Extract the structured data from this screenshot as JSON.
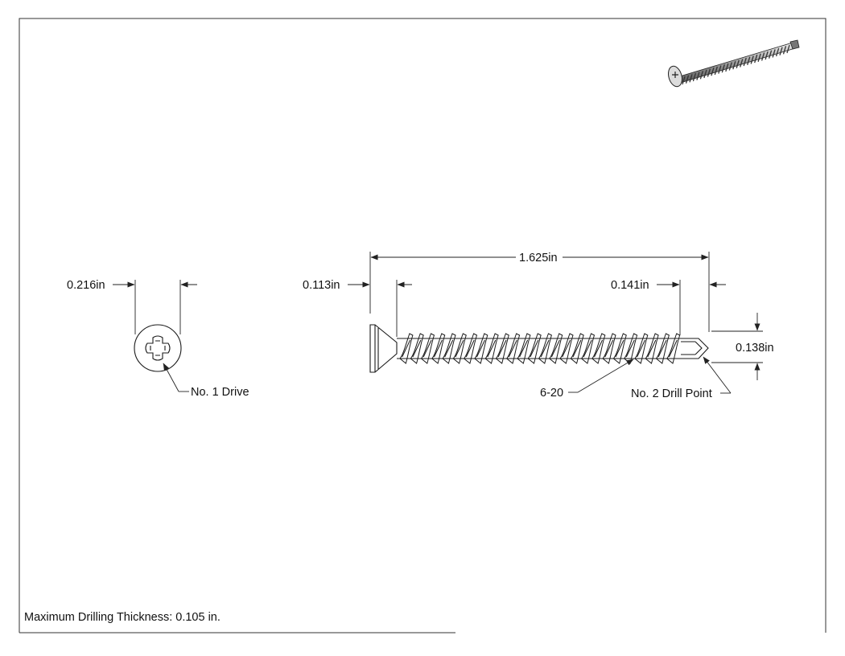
{
  "drawing": {
    "dimensions": {
      "head_diameter": "0.216in",
      "head_height": "0.113in",
      "overall_length": "1.625in",
      "drill_point_length": "0.141in",
      "drill_point_diameter": "0.138in"
    },
    "callouts": {
      "drive": "No. 1 Drive",
      "thread": "6-20",
      "drill_point": "No. 2 Drill Point"
    },
    "note": "Maximum Drilling Thickness: 0.105 in.",
    "thread_turns": 26
  }
}
